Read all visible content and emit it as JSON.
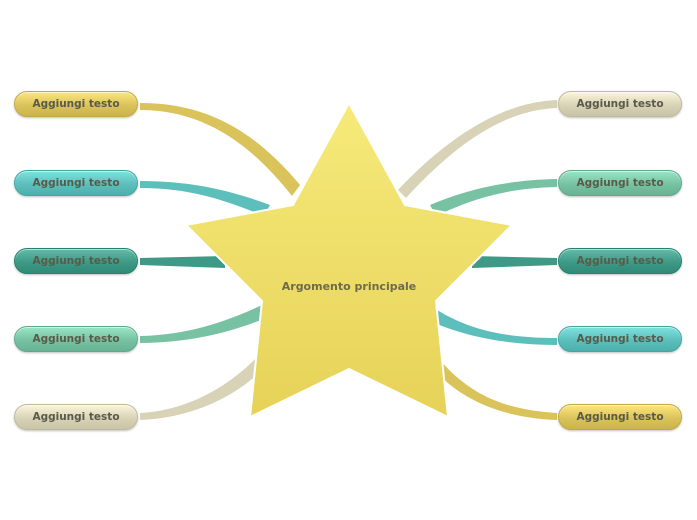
{
  "central_topic": {
    "label": "Argomento principale",
    "color": "#efe06a"
  },
  "left_branches": [
    {
      "label": "Aggiungi testo",
      "color": "#d9c35a"
    },
    {
      "label": "Aggiungi testo",
      "color": "#5cbfbc"
    },
    {
      "label": "Aggiungi testo",
      "color": "#3e9a86"
    },
    {
      "label": "Aggiungi testo",
      "color": "#78c2a4"
    },
    {
      "label": "Aggiungi testo",
      "color": "#d8d2b6"
    }
  ],
  "right_branches": [
    {
      "label": "Aggiungi testo",
      "color": "#d8d2b6"
    },
    {
      "label": "Aggiungi testo",
      "color": "#78c2a4"
    },
    {
      "label": "Aggiungi testo",
      "color": "#3e9a86"
    },
    {
      "label": "Aggiungi testo",
      "color": "#5cbfbc"
    },
    {
      "label": "Aggiungi testo",
      "color": "#d9c35a"
    }
  ]
}
